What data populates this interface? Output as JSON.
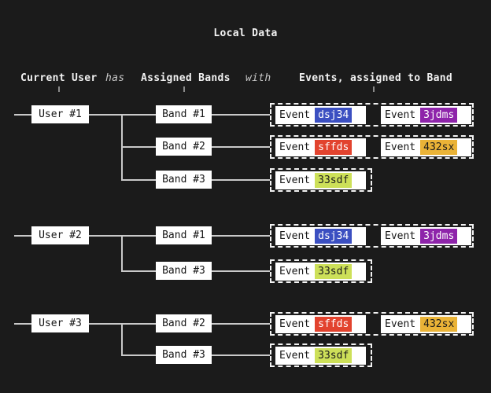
{
  "title": "Local Data",
  "legend": {
    "col_user": "Current User",
    "rel_has": "has",
    "col_bands": "Assigned Bands",
    "rel_with": "with",
    "col_events": "Events, assigned to Band"
  },
  "colors": {
    "background": "#1b1b1b",
    "node_background": "#ffffff",
    "node_text": "#161616",
    "connector_line": "#c9c9c9",
    "group_border": "#f2f2f2",
    "event_blue": "#3b4fc1",
    "event_purple": "#8e24aa",
    "event_red": "#e2432e",
    "event_amber": "#eab337",
    "event_lime": "#cde059"
  },
  "users": [
    {
      "label": "User #1",
      "bands": [
        {
          "label": "Band #1",
          "events": [
            {
              "prefix": "Event",
              "id": "dsj34",
              "color": "#3b4fc1"
            },
            {
              "prefix": "Event",
              "id": "3jdms",
              "color": "#8e24aa"
            }
          ]
        },
        {
          "label": "Band #2",
          "events": [
            {
              "prefix": "Event",
              "id": "sffds",
              "color": "#e2432e"
            },
            {
              "prefix": "Event",
              "id": "432sx",
              "color": "#eab337"
            }
          ]
        },
        {
          "label": "Band #3",
          "events": [
            {
              "prefix": "Event",
              "id": "33sdf",
              "color": "#cde059"
            }
          ]
        }
      ]
    },
    {
      "label": "User #2",
      "bands": [
        {
          "label": "Band #1",
          "events": [
            {
              "prefix": "Event",
              "id": "dsj34",
              "color": "#3b4fc1"
            },
            {
              "prefix": "Event",
              "id": "3jdms",
              "color": "#8e24aa"
            }
          ]
        },
        {
          "label": "Band #3",
          "events": [
            {
              "prefix": "Event",
              "id": "33sdf",
              "color": "#cde059"
            }
          ]
        }
      ]
    },
    {
      "label": "User #3",
      "bands": [
        {
          "label": "Band #2",
          "events": [
            {
              "prefix": "Event",
              "id": "sffds",
              "color": "#e2432e"
            },
            {
              "prefix": "Event",
              "id": "432sx",
              "color": "#eab337"
            }
          ]
        },
        {
          "label": "Band #3",
          "events": [
            {
              "prefix": "Event",
              "id": "33sdf",
              "color": "#cde059"
            }
          ]
        }
      ]
    }
  ]
}
